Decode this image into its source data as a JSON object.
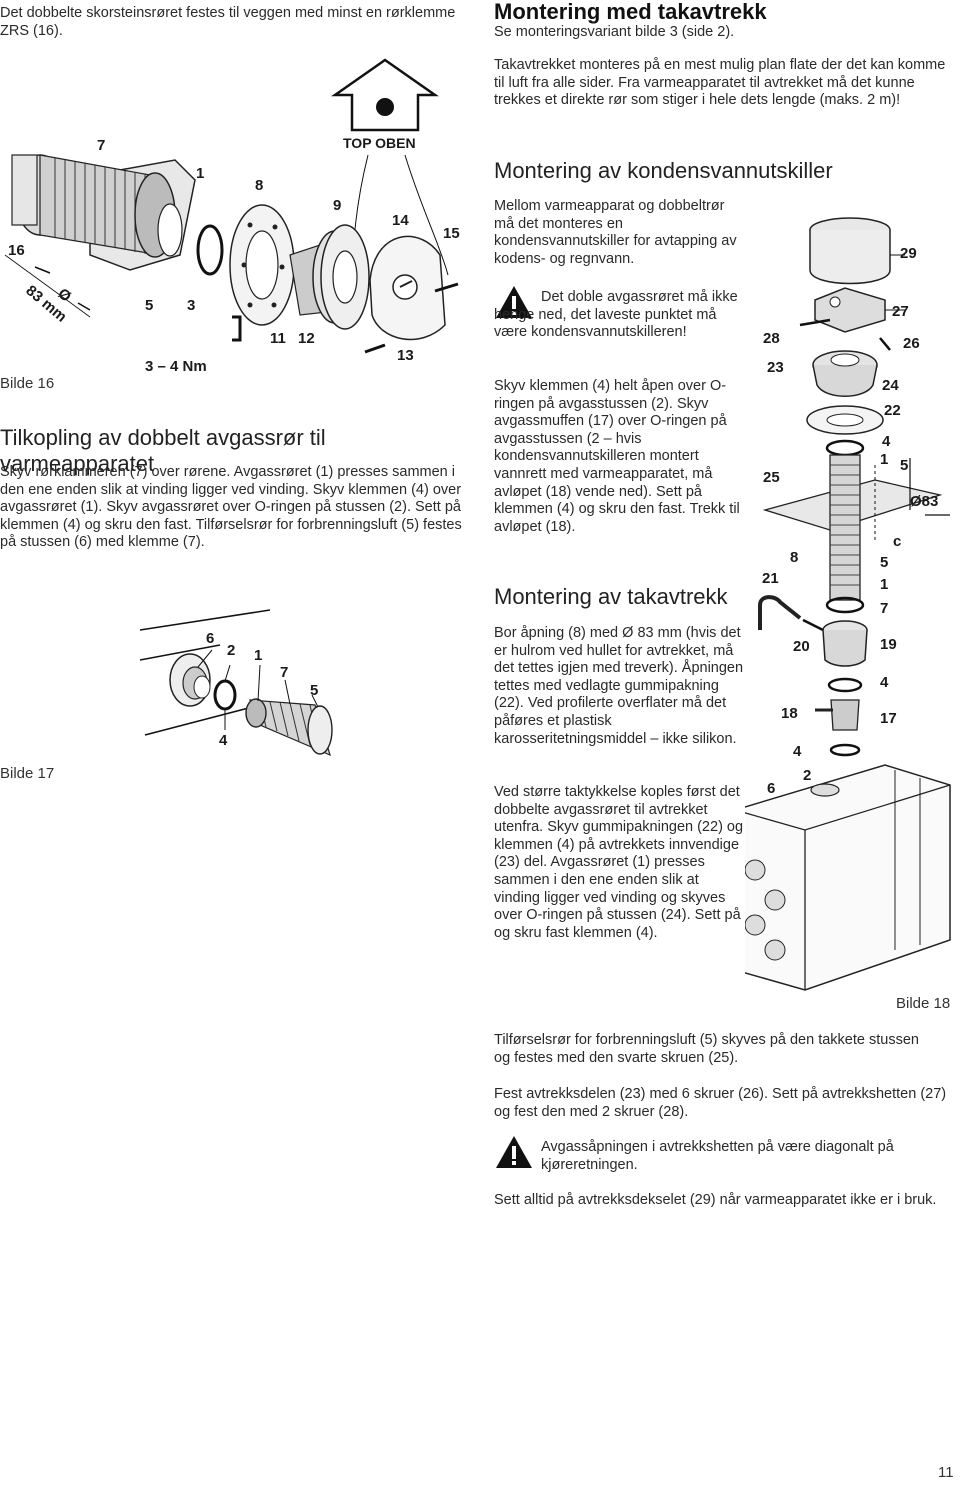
{
  "left": {
    "intro": "Det dobbelte skorsteinsrøret festes til veggen med minst en rørklemme ZRS (16).",
    "fig16": {
      "caption": "Bilde 16",
      "top_label": "TOP OBEN",
      "labels": [
        "7",
        "1",
        "8",
        "9",
        "14",
        "15",
        "16",
        "5",
        "3",
        "11",
        "12",
        "13",
        "3 – 4 Nm"
      ],
      "dim": "Ø",
      "dim2": "83 mm"
    },
    "section_title": "Tilkopling av dobbelt avgassrør til varmeapparatet",
    "body": "Skyv rørklammeren (7) over rørene. Avgassrøret (1) presses sammen i den ene enden slik at vinding ligger ved vinding. Skyv klemmen (4) over avgassrøret (1). Skyv avgassrøret over O-ringen på stussen (2). Sett på klemmen (4) og skru den fast. Tilførselsrør for forbrenningsluft (5) festes på stussen (6) med klemme (7).",
    "fig17": {
      "caption": "Bilde 17",
      "labels": [
        "6",
        "2",
        "1",
        "7",
        "5",
        "4"
      ]
    }
  },
  "right": {
    "heading_bold": "Montering med takavtrekk",
    "subheading": "Se monteringsvariant bilde 3 (side 2).",
    "para1": "Takavtrekket monteres på en mest mulig plan flate der det kan komme til luft fra alle sider. Fra varmeapparatet til avtrekket må det kunne trekkes et direkte rør som stiger i hele dets lengde (maks. 2 m)!",
    "h_kondens": "Montering av kondensvannutskiller",
    "p_kondens": "Mellom varmeapparat og dobbeltrør må det monteres en kondensvannutskiller for avtapping av kodens- og regnvann.",
    "warn1": "Det doble avgassrøret må ikke henge ned, det laveste punktet må være kondensvannutskilleren!",
    "p2": "Skyv klemmen (4) helt åpen over O-ringen på avgasstussen (2). Skyv avgassmuffen (17) over O-ringen på avgasstussen (2 – hvis kondensvannutskilleren montert vannrett med varmeapparatet, må avløpet (18) vende ned). Sett på klemmen (4) og skru den fast. Trekk til avløpet (18).",
    "h_tak": "Montering av takavtrekk",
    "p3": "Bor åpning (8) med Ø 83 mm (hvis det er hulrom ved hullet for avtrekket, må det tettes igjen med treverk). Åpningen tettes med vedlagte gummipakning (22). Ved profilerte overflater må det påføres et plastisk karosseritetningsmiddel – ikke silikon.",
    "p4": "Ved større taktykkelse koples først det dobbelte avgassrøret til avtrekket utenfra. Skyv gummipakningen (22) og klemmen (4) på avtrekkets innvendige (23) del. Avgassrøret (1) presses sammen i den ene enden slik at vinding ligger ved vinding og skyves over O-ringen på stussen (24). Sett på og skru fast klemmen (4).",
    "fig18": {
      "caption": "Bilde 18",
      "labels": [
        "29",
        "27",
        "28",
        "26",
        "23",
        "24",
        "22",
        "4",
        "1",
        "5",
        "25",
        "Ø83",
        "c",
        "8",
        "5",
        "21",
        "1",
        "7",
        "20",
        "19",
        "4",
        "18",
        "17",
        "4",
        "2",
        "6"
      ]
    },
    "p5": "Tilførselsrør for forbrenningsluft (5) skyves på den takkete stussen og festes med den svarte skruen (25).",
    "p6": "Fest avtrekksdelen (23) med 6 skruer (26). Sett på avtrekkshetten (27) og fest den med 2 skruer (28).",
    "warn2": "Avgassåpningen i avtrekkshetten på være diagonalt på kjøreretningen.",
    "p7": "Sett alltid på avtrekksdekselet (29) når varmeapparatet ikke er i bruk."
  },
  "page_number": "11"
}
